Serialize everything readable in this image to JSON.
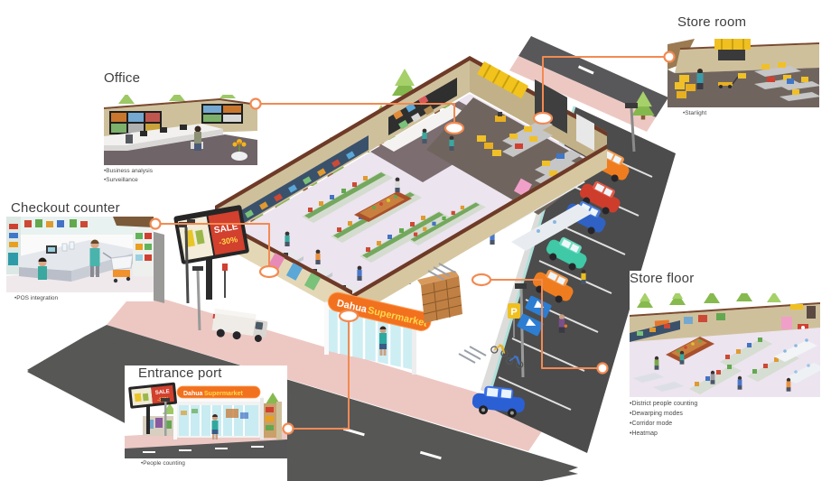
{
  "colors": {
    "accent_orange": "#f28a52",
    "sign_orange": "#f2711f",
    "sale_red": "#d2402e",
    "sign_yellow": "#ffd84a",
    "building_tan": "#cfc09c",
    "floor_lavender": "#ece4ef",
    "road_gray": "#575756",
    "sidewalk_pink": "#edc8c3"
  },
  "callouts": {
    "office": {
      "title": "Office",
      "bullets": [
        "•Business analysis",
        "•Surveillance"
      ]
    },
    "store_room": {
      "title": "Store room",
      "bullets": [
        "•Starlight"
      ]
    },
    "checkout_counter": {
      "title": "Checkout counter",
      "bullets": [
        "•POS integration"
      ]
    },
    "store_floor": {
      "title": "Store floor",
      "bullets": [
        "•District people counting",
        "•Dewarping modes",
        "•Corridor mode",
        "•Heatmap"
      ]
    },
    "entrance_port": {
      "title": "Entrance port",
      "bullets": [
        "•People counting"
      ]
    }
  },
  "scene": {
    "store_sign": {
      "word1": "Dahua",
      "word2": "Supermarket"
    },
    "billboard": {
      "line1": "SALE",
      "line2": "-30%"
    },
    "parking_sign": "P"
  }
}
